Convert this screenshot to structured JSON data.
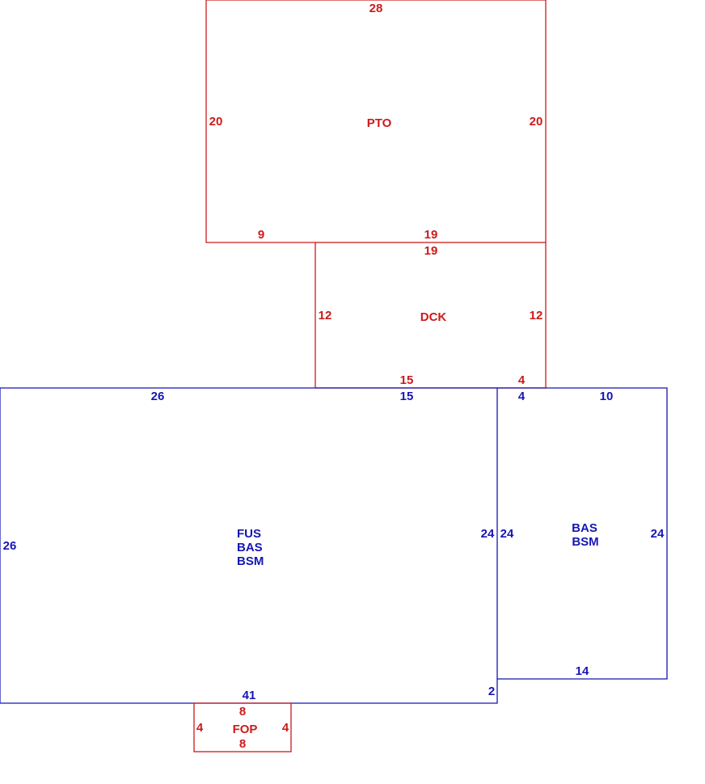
{
  "colors": {
    "red": "#cc1a1a",
    "blue": "#1616b4"
  },
  "pto": {
    "name": "PTO",
    "top": "28",
    "left": "20",
    "right": "20",
    "bottom_a": "9",
    "bottom_b": "19"
  },
  "dck": {
    "name": "DCK",
    "top": "19",
    "left": "12",
    "right": "12",
    "bottom_a": "15",
    "bottom_b": "4"
  },
  "main": {
    "codes": [
      "FUS",
      "BAS",
      "BSM"
    ],
    "top_a": "26",
    "top_b": "15",
    "left": "26",
    "right": "24",
    "bottom": "41",
    "corner": "2"
  },
  "addition": {
    "codes": [
      "BAS",
      "BSM"
    ],
    "top_a": "4",
    "top_b": "10",
    "left": "24",
    "right": "24",
    "bottom": "14"
  },
  "fop": {
    "name": "FOP",
    "top": "8",
    "left": "4",
    "right": "4",
    "bottom": "8"
  }
}
